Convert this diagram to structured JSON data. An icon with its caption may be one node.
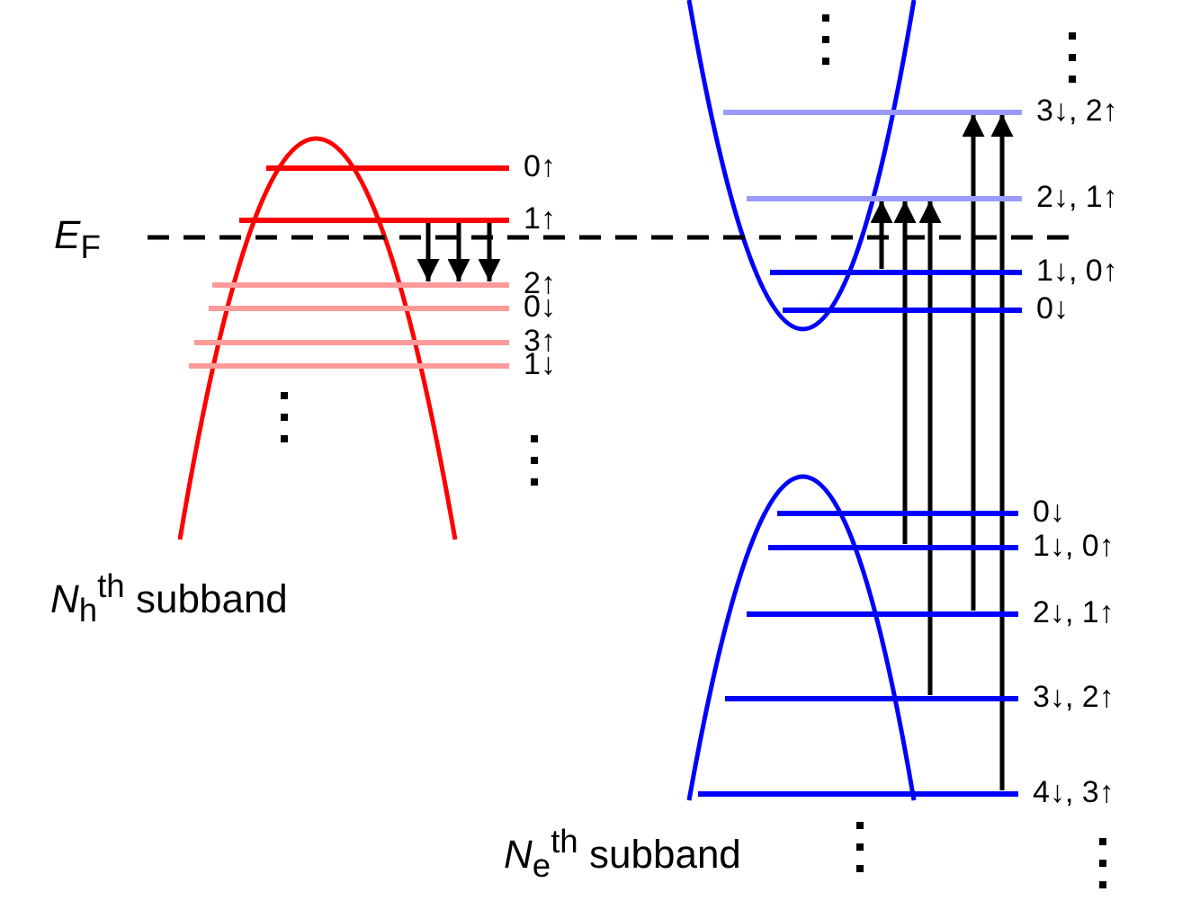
{
  "diagram": {
    "nodes": [
      {
        "text": [],
        "shape": "bar",
        "beside": [
          "0↑"
        ]
      },
      {
        "text": [],
        "shape": "bar",
        "beside": [
          "1↑"
        ]
      },
      {
        "text": [],
        "shape": "bar",
        "beside": [
          "2↑"
        ]
      },
      {
        "text": [],
        "shape": "bar",
        "beside": [
          "0↓"
        ]
      },
      {
        "text": [],
        "shape": "bar",
        "beside": [
          "3↑"
        ]
      },
      {
        "text": [],
        "shape": "bar",
        "beside": [
          "1↓"
        ]
      },
      {
        "text": [],
        "shape": "bar",
        "beside": [
          "3↓, 2↑"
        ]
      },
      {
        "text": [],
        "shape": "bar",
        "beside": [
          "2↓, 1↑"
        ]
      },
      {
        "text": [],
        "shape": "bar",
        "beside": [
          "1↓, 0↑"
        ]
      },
      {
        "text": [],
        "shape": "bar",
        "beside": [
          "0↓"
        ]
      },
      {
        "text": [],
        "shape": "bar",
        "beside": [
          "0↓"
        ]
      },
      {
        "text": [],
        "shape": "bar",
        "beside": [
          "1↓, 0↑"
        ]
      },
      {
        "text": [],
        "shape": "bar",
        "beside": [
          "2↓, 1↑"
        ]
      },
      {
        "text": [],
        "shape": "bar",
        "beside": [
          "3↓, 2↑"
        ]
      },
      {
        "text": [],
        "shape": "bar",
        "beside": [
          "4↓, 3↑"
        ]
      }
    ],
    "edges": [
      {
        "from": 1,
        "to": 2,
        "arrow": "to"
      },
      {
        "from": 1,
        "to": 2,
        "arrow": "to"
      },
      {
        "from": 1,
        "to": 2,
        "arrow": "to"
      },
      {
        "from": 8,
        "to": 7,
        "arrow": "to"
      },
      {
        "from": 11,
        "to": 7,
        "arrow": "to"
      },
      {
        "from": 13,
        "to": 7,
        "arrow": "to"
      },
      {
        "from": 12,
        "to": 6,
        "arrow": "to"
      },
      {
        "from": 14,
        "to": 6,
        "arrow": "to"
      }
    ],
    "labels": [
      "*E*$_{F}$",
      "*N*$_{h}$$^{th}$ subband",
      "*N*$_{e}$$^{th}$ subband"
    ]
  }
}
